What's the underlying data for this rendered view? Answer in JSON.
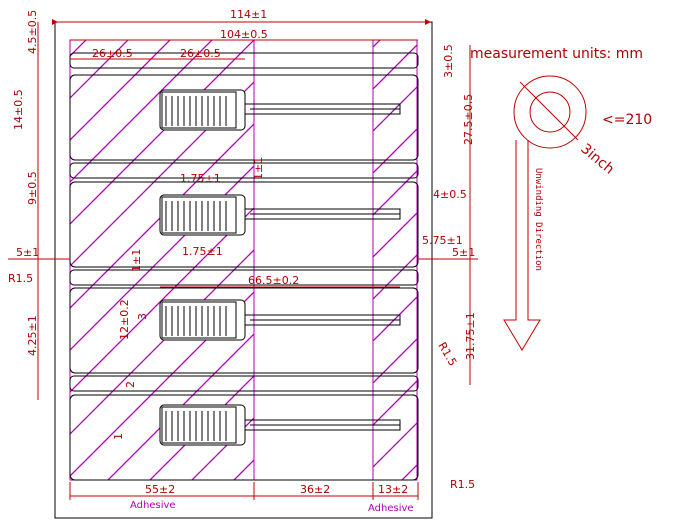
{
  "header": {
    "units": "measurement units: mm"
  },
  "dimensions": {
    "total_width": "114±1",
    "inner_width": "104±0.5",
    "seg1": "26±0.5",
    "seg2": "26±0.5",
    "top_margin": "4.5±0.5",
    "label_gap": "14±0.5",
    "pitch": "9±0.5",
    "side_left": "5±1",
    "side_right": "5±1",
    "corner_r_left": "R1.5",
    "corner_r_bottom": "R1.5",
    "corner_r_tail": "R1.5",
    "bottom_left": "4.25±1",
    "right_top": "3±0.5",
    "right_27": "27.5±0.5",
    "right_4": "4±0.5",
    "right_575": "5.75±1",
    "right_3175": "31.75±1",
    "inlay_175_top": "1.75±1",
    "inlay_175_bot": "1.75±1",
    "inlay_1_top": "1±1",
    "inlay_1_left": "1±1",
    "inlay_length": "66.5±0.2",
    "inlay_height": "12±0.2",
    "inlay_3": "3",
    "small_2": "2",
    "small_1": "1",
    "bottom_55": "55±2",
    "bottom_36": "36±2",
    "bottom_13": "13±2"
  },
  "labels": {
    "adhesive_left": "Adhesive",
    "adhesive_right": "Adhesive",
    "unwinding": "Unwinding Direction",
    "core_radius": "<=210",
    "core_size": "3inch"
  }
}
